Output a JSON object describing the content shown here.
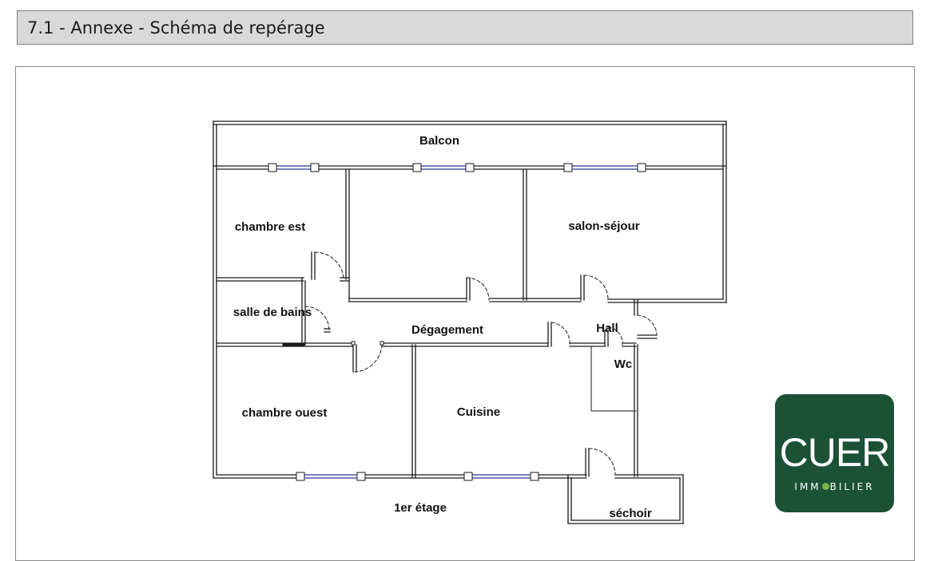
{
  "header": {
    "title": "7.1 - Annexe - Schéma de repérage"
  },
  "plan": {
    "rooms": {
      "balcon": "Balcon",
      "chambre_est": "chambre est",
      "salon_sejour": "salon-séjour",
      "salle_de_bains": "salle de bains",
      "degagement": "Dégagement",
      "hall": "Hall",
      "wc": "Wc",
      "chambre_ouest": "chambre ouest",
      "cuisine": "Cuisine",
      "etage": "1er étage",
      "sechoir": "séchoir"
    }
  },
  "logo": {
    "word": "CUER",
    "sub_left": "IMM",
    "sub_right": "BILIER",
    "color": "#1b5236",
    "dot_color": "#7ab648"
  }
}
